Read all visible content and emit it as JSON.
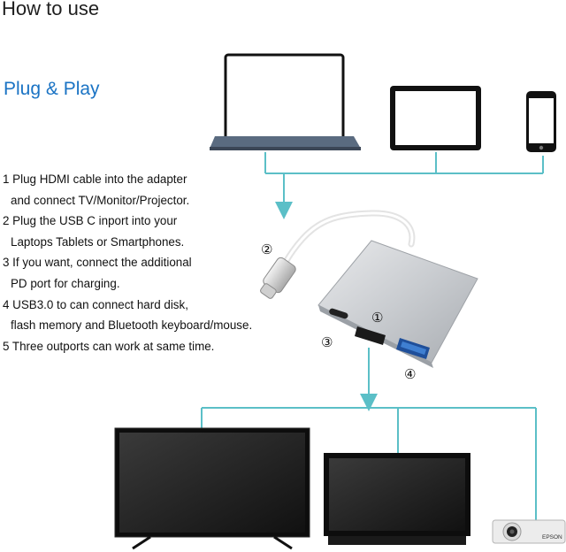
{
  "header": {
    "title": "How to use",
    "subtitle": "Plug & Play"
  },
  "steps": [
    {
      "line1": "1 Plug HDMI cable into the adapter",
      "line2": "and connect TV/Monitor/Projector."
    },
    {
      "line1": "2 Plug the USB C inport into your",
      "line2": "Laptops Tablets or Smartphones."
    },
    {
      "line1": "3 If you want, connect the additional",
      "line2": "PD port for charging."
    },
    {
      "line1": "4 USB3.0 to can connect hard disk,",
      "line2": "flash memory and Bluetooth keyboard/mouse."
    },
    {
      "line1": "5 Three outports can work at same time.",
      "line2": ""
    }
  ],
  "callouts": {
    "c1": "①",
    "c2": "②",
    "c3": "③",
    "c4": "④"
  },
  "projector_brand": "EPSON",
  "colors": {
    "connector": "#5bbfc7",
    "accent": "#1a73c4",
    "text": "#111111"
  },
  "icons": {
    "laptop": "laptop-icon",
    "tablet": "tablet-icon",
    "phone": "smartphone-icon",
    "adapter": "usb-c-adapter",
    "tv": "tv-icon",
    "monitor": "monitor-icon",
    "projector": "projector-icon"
  }
}
